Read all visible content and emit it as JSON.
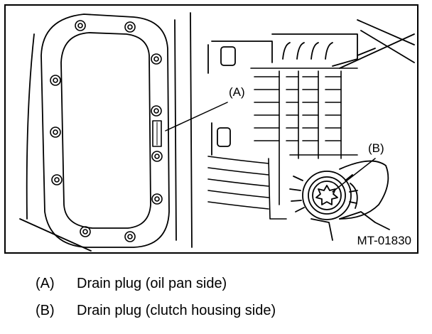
{
  "figure": {
    "id": "MT-01830",
    "callouts": [
      {
        "key": "A",
        "label": "(A)"
      },
      {
        "key": "B",
        "label": "(B)"
      }
    ]
  },
  "legend": [
    {
      "key": "(A)",
      "text": "Drain plug (oil pan side)"
    },
    {
      "key": "(B)",
      "text": "Drain plug (clutch housing side)"
    }
  ],
  "colors": {
    "line": "#000000",
    "background": "#ffffff"
  }
}
